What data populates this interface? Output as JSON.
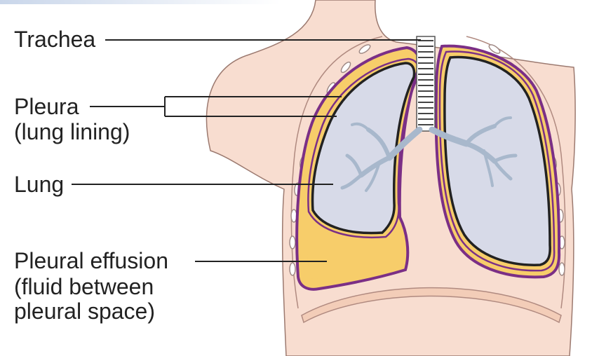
{
  "labels": {
    "trachea": "Trachea",
    "pleura": "Pleura",
    "pleura_sub": "(lung lining)",
    "lung": "Lung",
    "effusion": "Pleural effusion",
    "effusion_sub1": "(fluid between",
    "effusion_sub2": "pleural space)"
  },
  "colors": {
    "skin": "#f8ddd0",
    "skin_outline": "#9c7a70",
    "pleura_purple": "#7b2f86",
    "fluid_yellow": "#f7cd6a",
    "lung_fill": "#d7dae8",
    "bronchi": "#b9c7d8",
    "rib_fill": "#f3cdb8",
    "leader_line": "#222222"
  }
}
